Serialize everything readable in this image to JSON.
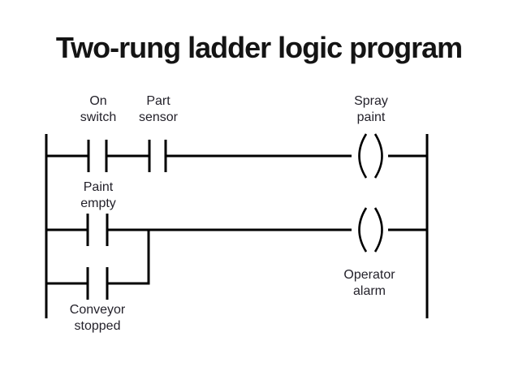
{
  "title": "Two-rung ladder logic program",
  "colors": {
    "background": "#ffffff",
    "title_text": "#141414",
    "line": "#000000",
    "label_text": "#24222b"
  },
  "diagram": {
    "labels": {
      "on_switch": "On\nswitch",
      "part_sensor": "Part\nsensor",
      "spray_paint": "Spray\npaint",
      "paint_empty": "Paint\nempty",
      "conveyor_stopped": "Conveyor\nstopped",
      "operator_alarm": "Operator\nalarm"
    },
    "rungs": [
      {
        "inputs": [
          {
            "name": "On switch",
            "symbol": "normally-open-contact"
          },
          {
            "name": "Part sensor",
            "symbol": "normally-open-contact"
          }
        ],
        "output": {
          "name": "Spray paint",
          "symbol": "coil"
        }
      },
      {
        "inputs": [
          {
            "name": "Paint empty",
            "symbol": "normally-open-contact"
          },
          {
            "name": "Conveyor stopped",
            "symbol": "normally-open-contact",
            "connection": "parallel-branch"
          }
        ],
        "output": {
          "name": "Operator alarm",
          "symbol": "coil"
        }
      }
    ]
  }
}
